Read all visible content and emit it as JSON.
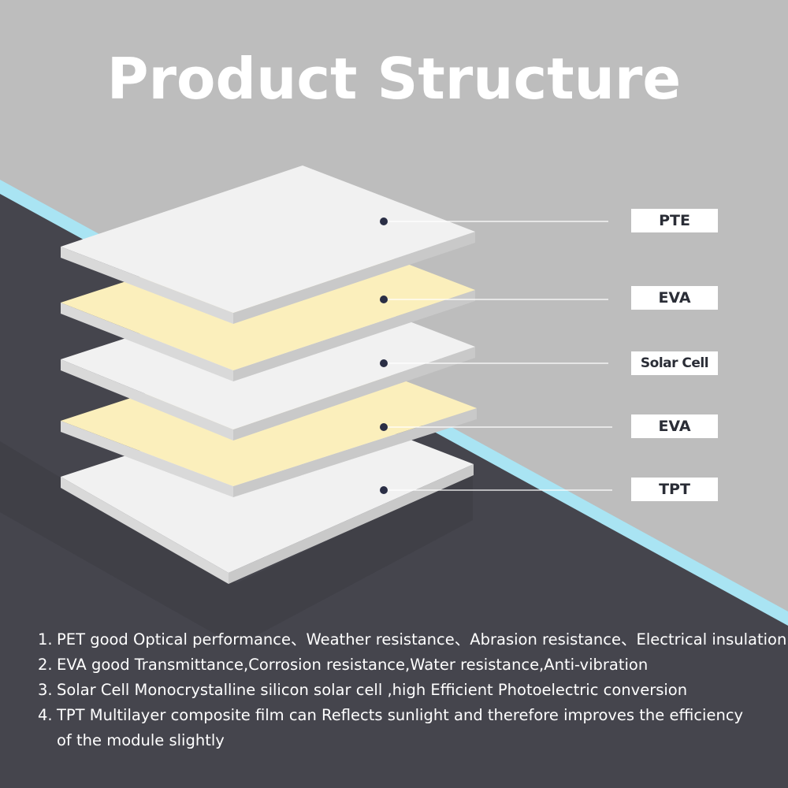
{
  "title": "Product Structure",
  "layers": [
    {
      "label": "PTE",
      "color": "#f1f1f1"
    },
    {
      "label": "EVA",
      "color": "#fbefbc"
    },
    {
      "label": "Solar Cell",
      "color": "#f1f1f1"
    },
    {
      "label": "EVA",
      "color": "#fbefbc"
    },
    {
      "label": "TPT",
      "color": "#f1f1f1"
    }
  ],
  "notes": [
    {
      "num": "1.",
      "lines": [
        "PET  good Optical performance、Weather resistance、Abrasion resistance、Electrical insulation"
      ]
    },
    {
      "num": "2.",
      "lines": [
        "EVA  good Transmittance,Corrosion resistance,Water resistance,Anti-vibration"
      ]
    },
    {
      "num": "3.",
      "lines": [
        "Solar Cell  Monocrystalline silicon solar cell ,high Efficient Photoelectric conversion"
      ]
    },
    {
      "num": "4.",
      "lines": [
        "TPT  Multilayer composite film can Reflects sunlight and therefore improves the efficiency",
        "of the module slightly"
      ]
    }
  ],
  "colors": {
    "background_light": "#bdbdbd",
    "background_dark": "#45454d",
    "accent_stripe": "#a9e4f3",
    "dot": "#2a2e45",
    "label_text": "#2a2d36"
  }
}
